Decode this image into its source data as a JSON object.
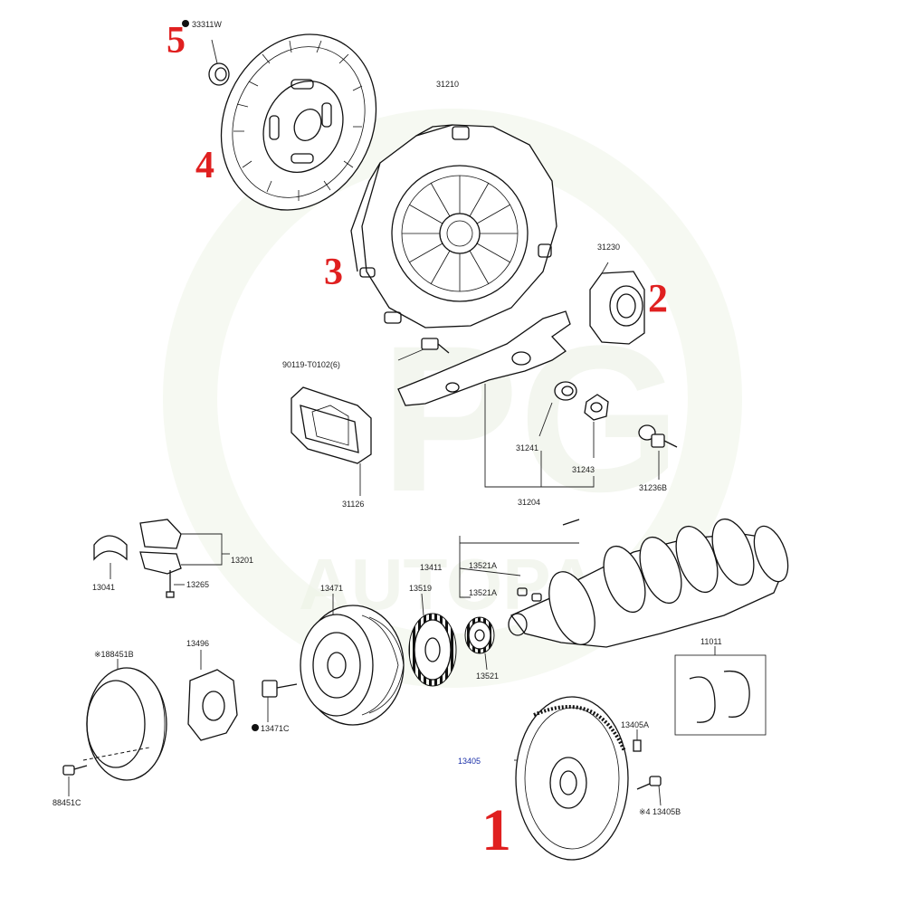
{
  "watermark": {
    "letters": "PG",
    "text": "AUTOPART"
  },
  "callouts": [
    {
      "id": "1",
      "color": "#e02020"
    },
    {
      "id": "2",
      "color": "#e02020"
    },
    {
      "id": "3",
      "color": "#e02020"
    },
    {
      "id": "4",
      "color": "#e02020"
    },
    {
      "id": "5",
      "color": "#e02020"
    }
  ],
  "parts": [
    {
      "code": "33311W"
    },
    {
      "code": "31210"
    },
    {
      "code": "31230"
    },
    {
      "code": "90119-T0102(6)"
    },
    {
      "code": "31126"
    },
    {
      "code": "31241"
    },
    {
      "code": "31243"
    },
    {
      "code": "31204"
    },
    {
      "code": "31236B"
    },
    {
      "code": "13201"
    },
    {
      "code": "13041"
    },
    {
      "code": "13265"
    },
    {
      "code": "13411"
    },
    {
      "code": "13521A"
    },
    {
      "code": "13521A"
    },
    {
      "code": "13471"
    },
    {
      "code": "13519"
    },
    {
      "code": "13521"
    },
    {
      "code": "11011"
    },
    {
      "code": "※188451B"
    },
    {
      "code": "13496"
    },
    {
      "code": "13471C"
    },
    {
      "code": "88451C"
    },
    {
      "code": "13405A"
    },
    {
      "code": "13405"
    },
    {
      "code": "※4 13405B"
    }
  ],
  "colors": {
    "label": "#222222",
    "label_blue": "#1a2fa8",
    "callout": "#e02020",
    "watermark": "#f3f6ef"
  }
}
